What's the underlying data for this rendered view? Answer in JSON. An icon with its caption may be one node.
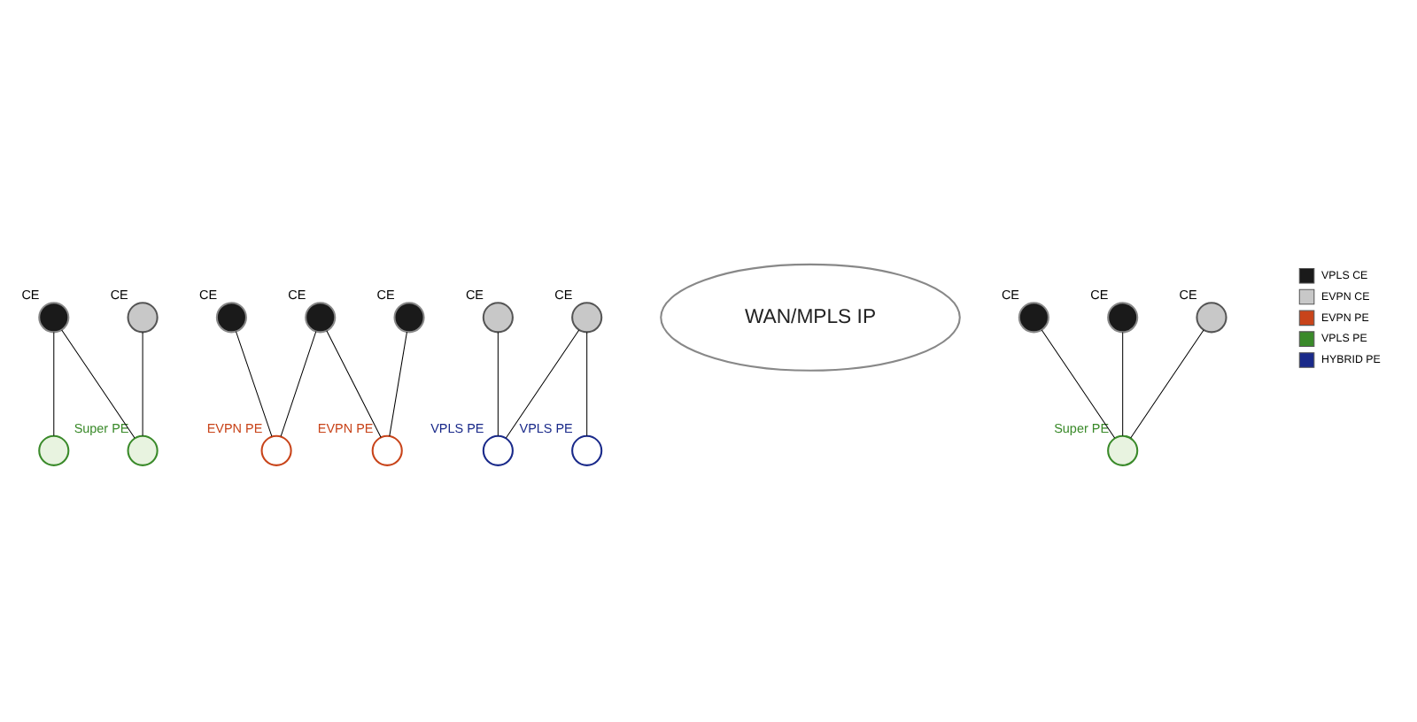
{
  "diagram": {
    "nodes": [
      {
        "text": [],
        "shape": "circle",
        "beside": [
          "CE"
        ]
      },
      {
        "text": [],
        "shape": "circle",
        "beside": [
          "CE"
        ]
      },
      {
        "text": [],
        "shape": "circle"
      },
      {
        "text": [],
        "shape": "circle",
        "beside": [
          "Super PE"
        ]
      },
      {
        "text": [],
        "shape": "circle",
        "beside": [
          "CE"
        ]
      },
      {
        "text": [],
        "shape": "circle",
        "beside": [
          "CE"
        ]
      },
      {
        "text": [],
        "shape": "circle",
        "beside": [
          "EVPN PE"
        ]
      },
      {
        "text": [],
        "shape": "circle",
        "beside": [
          "EVPN PE"
        ]
      },
      {
        "text": [],
        "shape": "circle",
        "beside": [
          "CE"
        ]
      },
      {
        "text": [],
        "shape": "circle",
        "beside": [
          "CE"
        ]
      },
      {
        "text": [],
        "shape": "circle",
        "beside": [
          "VPLS PE"
        ]
      },
      {
        "text": [],
        "shape": "circle",
        "beside": [
          "VPLS PE"
        ]
      },
      {
        "text": [],
        "shape": "circle",
        "beside": [
          "CE"
        ]
      },
      {
        "text": [
          "WAN/MPLS IP"
        ]
      },
      {
        "text": [],
        "shape": "circle",
        "beside": [
          "Super PE"
        ]
      },
      {
        "text": [],
        "shape": "circle",
        "beside": [
          "CE"
        ]
      },
      {
        "text": [],
        "shape": "circle",
        "beside": [
          "CE"
        ]
      },
      {
        "text": [],
        "shape": "circle",
        "beside": [
          "CE"
        ]
      }
    ],
    "edges": [
      {
        "from": 0,
        "to": 2,
        "arrow": "none"
      },
      {
        "from": 0,
        "to": 3,
        "arrow": "none"
      },
      {
        "from": 1,
        "to": 3,
        "arrow": "none"
      },
      {
        "from": 4,
        "to": 6,
        "arrow": "none"
      },
      {
        "from": 4,
        "to": 7,
        "arrow": "none"
      },
      {
        "from": 5,
        "to": 6,
        "arrow": "none"
      },
      {
        "from": 8,
        "to": 7,
        "arrow": "none"
      },
      {
        "from": 9,
        "to": 10,
        "arrow": "none"
      },
      {
        "from": 12,
        "to": 10,
        "arrow": "none"
      },
      {
        "from": 12,
        "to": 11,
        "arrow": "none"
      },
      {
        "from": 15,
        "to": 14,
        "arrow": "none"
      },
      {
        "from": 16,
        "to": 14,
        "arrow": "none"
      },
      {
        "from": 17,
        "to": 14,
        "arrow": "none"
      }
    ],
    "legend": [
      {
        "text": "VPLS CE"
      },
      {
        "text": "EVPN CE"
      },
      {
        "text": "EVPN PE"
      },
      {
        "text": "VPLS PE"
      },
      {
        "text": "HYBRID PE"
      }
    ]
  }
}
